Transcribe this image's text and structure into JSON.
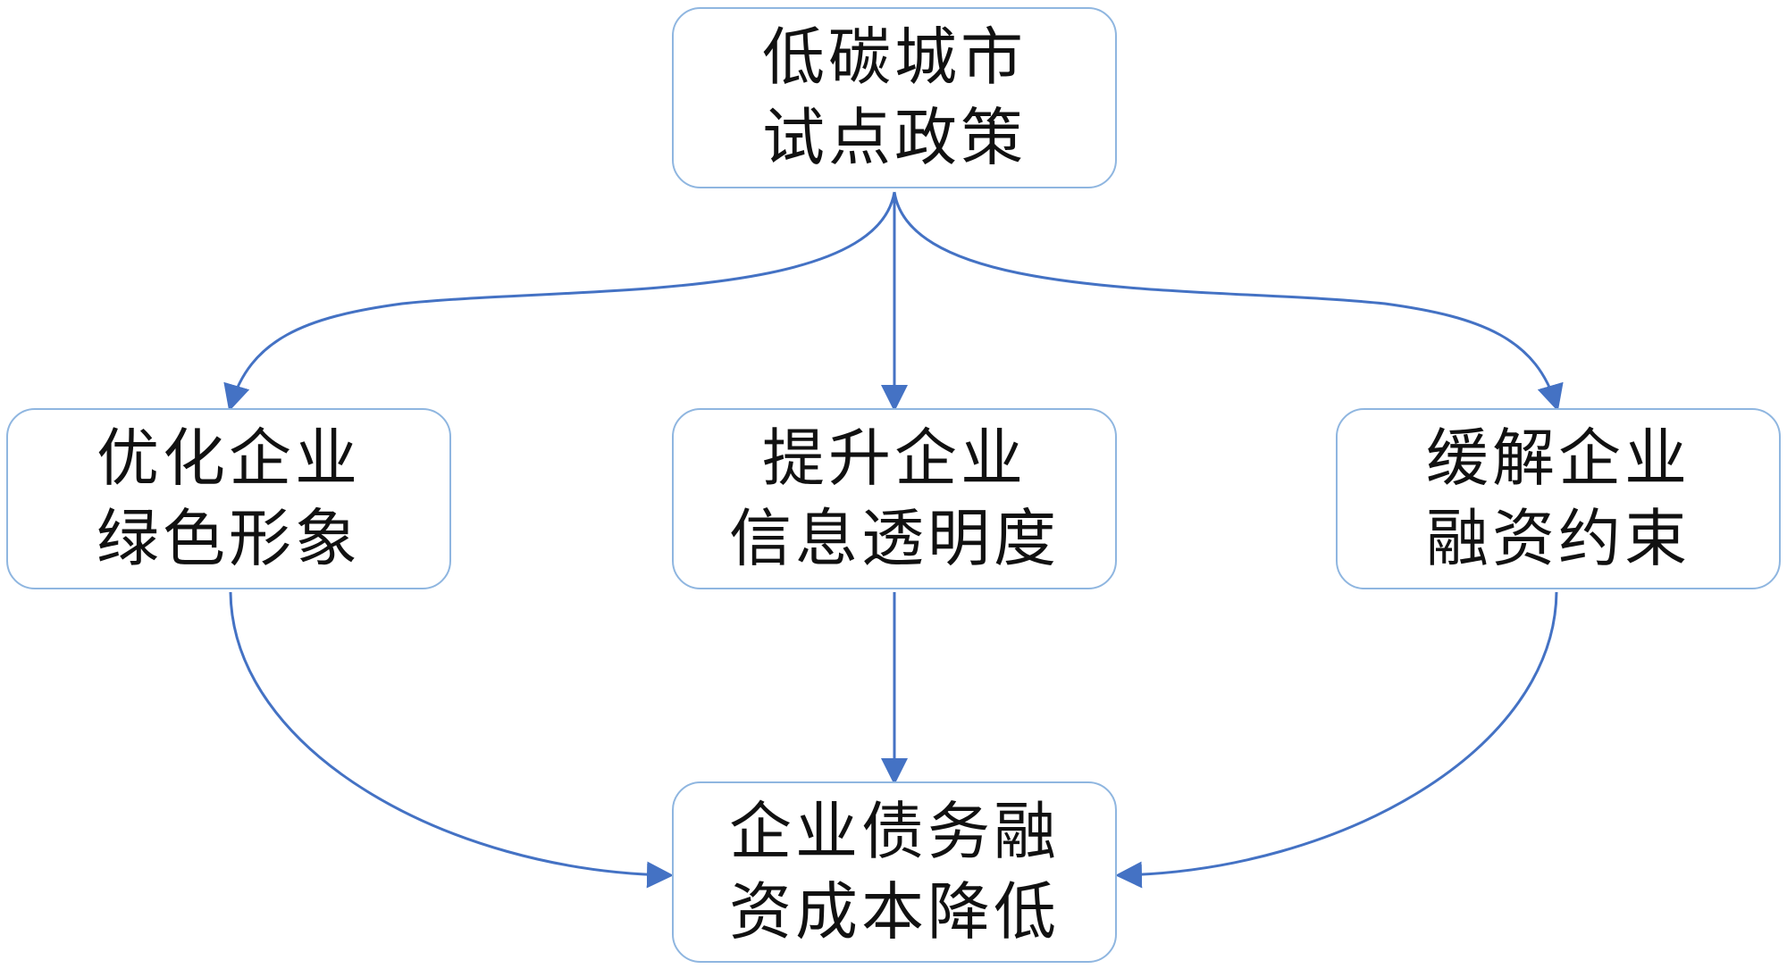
{
  "diagram": {
    "nodes": {
      "top": {
        "line1": "低碳城市",
        "line2": "试点政策"
      },
      "left": {
        "line1": "优化企业",
        "line2": "绿色形象"
      },
      "middle": {
        "line1": "提升企业",
        "line2": "信息透明度"
      },
      "right": {
        "line1": "缓解企业",
        "line2": "融资约束"
      },
      "bottom": {
        "line1": "企业债务融",
        "line2": "资成本降低"
      }
    },
    "edges": [
      {
        "from": "top",
        "to": "left"
      },
      {
        "from": "top",
        "to": "middle"
      },
      {
        "from": "top",
        "to": "right"
      },
      {
        "from": "left",
        "to": "bottom"
      },
      {
        "from": "middle",
        "to": "bottom"
      },
      {
        "from": "right",
        "to": "bottom"
      }
    ],
    "colors": {
      "node_border": "#8FB6E0",
      "arrow": "#4472C4",
      "text": "#111111"
    }
  }
}
